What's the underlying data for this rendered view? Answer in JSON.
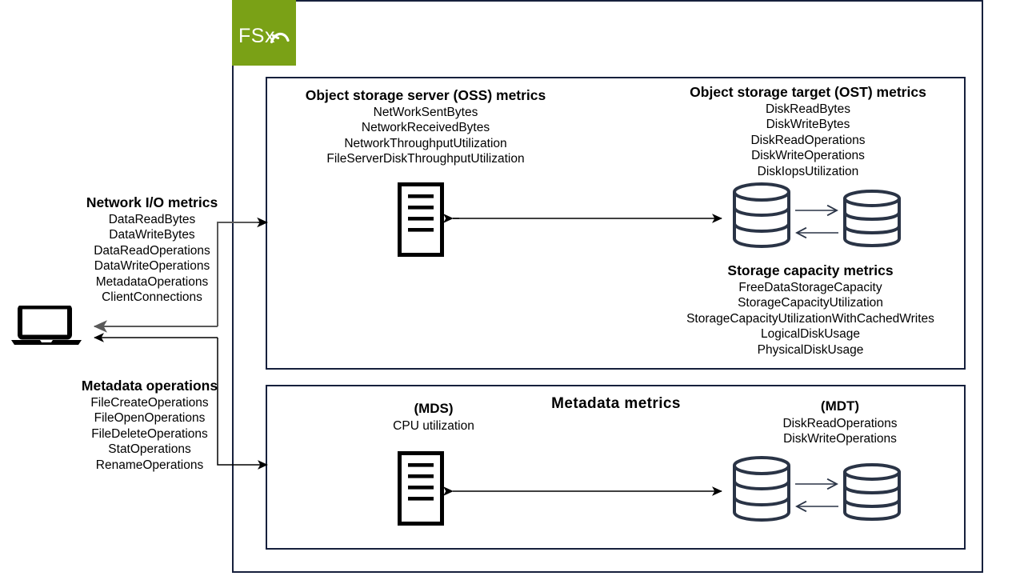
{
  "brand": {
    "logo_text": "FSx",
    "logo_icon": "fsx-swoosh-icon",
    "logo_color": "#7aa116"
  },
  "theme": {
    "frame_color": "#16203c",
    "disk_color": "#2a3446",
    "text_color": "#000000",
    "arrow_color": "#000000",
    "wire_color": "#595959"
  },
  "client": {
    "icon": "laptop-icon"
  },
  "left_blocks": [
    {
      "id": "network-io-metrics",
      "heading": "Network I/O metrics",
      "items": [
        "DataReadBytes",
        "DataWriteBytes",
        "DataReadOperations",
        "DataWriteOperations",
        "MetadataOperations",
        "ClientConnections"
      ]
    },
    {
      "id": "metadata-operations",
      "heading": "Metadata operations",
      "items": [
        "FileCreateOperations",
        "FileOpenOperations",
        "FileDeleteOperations",
        "StatOperations",
        "RenameOperations"
      ]
    }
  ],
  "panels": {
    "storage": {
      "oss": {
        "heading": "Object storage server (OSS) metrics",
        "items": [
          "NetWorkSentBytes",
          "NetworkReceivedBytes",
          "NetworkThroughputUtilization",
          "FileServerDiskThroughputUtilization"
        ]
      },
      "ost": {
        "heading": "Object storage target (OST) metrics",
        "items": [
          "DiskReadBytes",
          "DiskWriteBytes",
          "DiskReadOperations",
          "DiskWriteOperations",
          "DiskIopsUtilization"
        ]
      },
      "capacity": {
        "heading": "Storage capacity metrics",
        "items": [
          "FreeDataStorageCapacity",
          "StorageCapacityUtilization",
          "StorageCapacityUtilizationWithCachedWrites",
          "LogicalDiskUsage",
          "PhysicalDiskUsage"
        ]
      }
    },
    "metadata": {
      "title": "Metadata  metrics",
      "mds": {
        "heading": "(MDS)",
        "items": [
          "CPU utilization"
        ]
      },
      "mdt": {
        "heading": "(MDT)",
        "items": [
          "DiskReadOperations",
          "DiskWriteOperations"
        ]
      }
    }
  }
}
